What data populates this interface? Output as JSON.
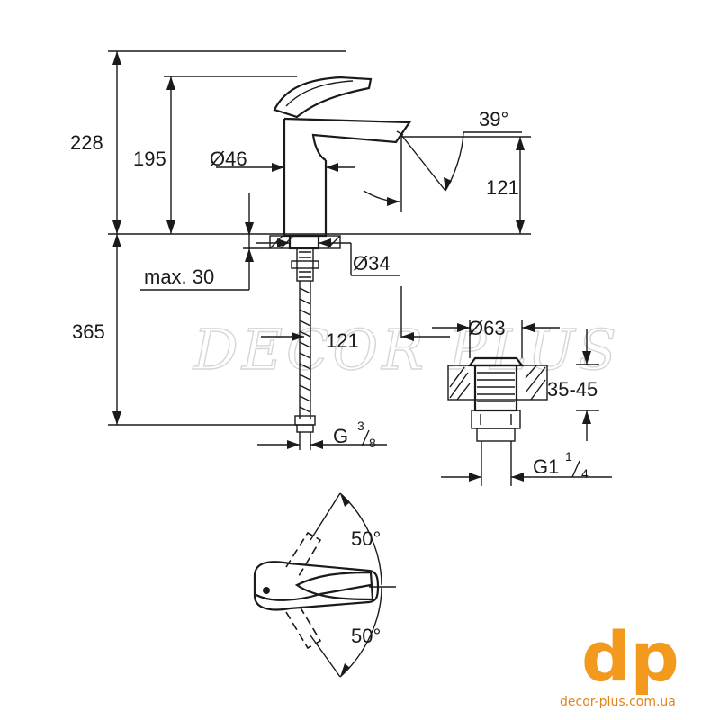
{
  "dimensions": {
    "total_height": "228",
    "spout_height": "195",
    "body_diameter": "Ø46",
    "angle_spout": "39°",
    "spout_outlet_height": "121",
    "hole_diameter": "Ø34",
    "max_deck": "max. 30",
    "hose_length": "365",
    "spout_reach": "121",
    "thread_hose_main": "G",
    "thread_hose_num": "3",
    "thread_hose_den": "8",
    "waste_diameter": "Ø63",
    "waste_range": "35-45",
    "waste_thread_main": "G1",
    "waste_thread_num": "1",
    "waste_thread_den": "4",
    "angle_left": "50°",
    "angle_right": "50°"
  },
  "watermark": "DECOR PLUS",
  "brand": {
    "logo_letters": "dp",
    "url": "decor-plus.com.ua",
    "color": "#f39a1e"
  }
}
